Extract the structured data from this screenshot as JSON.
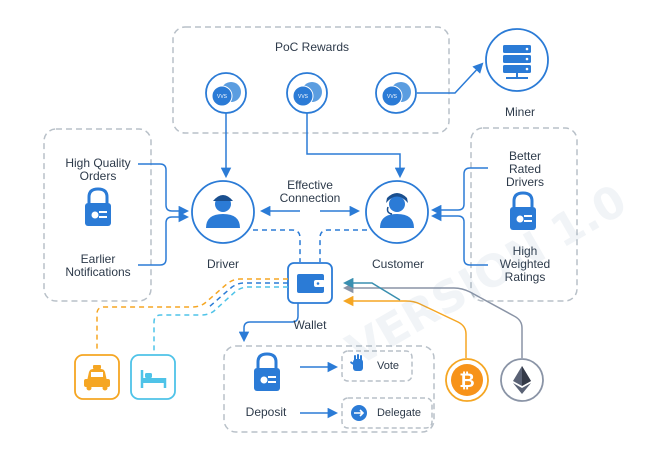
{
  "poc_group": {
    "title": "PoC Rewards",
    "coin_label": "VVS"
  },
  "miner": {
    "label": "Miner"
  },
  "driver": {
    "label": "Driver",
    "benefits": [
      "High Quality\nOrders",
      "Earlier\nNotifications"
    ]
  },
  "customer": {
    "label": "Customer",
    "benefits": [
      "Better\nRated\nDrivers",
      "High\nWeighted\nRatings"
    ]
  },
  "connection": {
    "label": "Effective\nConnection"
  },
  "wallet": {
    "label": "Wallet"
  },
  "deposit": {
    "label": "Deposit"
  },
  "actions": {
    "vote": "Vote",
    "delegate": "Delegate"
  },
  "services": [
    {
      "name": "taxi",
      "color": "#f5a623"
    },
    {
      "name": "hotel-bed",
      "color": "#4fc3e8"
    }
  ],
  "cryptos": [
    {
      "name": "bitcoin",
      "color": "#f7931a"
    },
    {
      "name": "ethereum",
      "color": "#5a6275"
    }
  ],
  "watermark": "VERSION 1.0",
  "colors": {
    "primary": "#2b7bd6",
    "dashed_border": "#b8c0c8"
  }
}
